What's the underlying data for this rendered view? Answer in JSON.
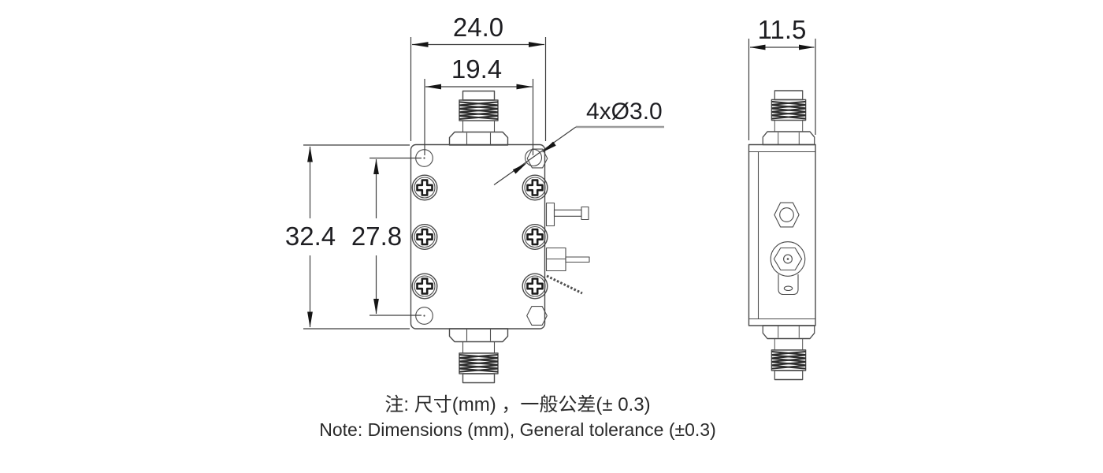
{
  "drawing": {
    "type": "mechanical-dimension-drawing",
    "units": "mm",
    "general_tolerance": "±0.3",
    "front_view": {
      "dim_overall_width": "24.0",
      "dim_hole_spacing_horizontal": "19.4",
      "dim_overall_height": "32.4",
      "dim_hole_spacing_vertical": "27.8",
      "hole_callout": "4xØ3.0"
    },
    "side_view": {
      "dim_depth": "11.5"
    },
    "notes": {
      "line1_zh": "注: 尺寸(mm) ，一般公差(± 0.3)",
      "line2_en": "Note: Dimensions (mm), General tolerance (±0.3)"
    },
    "colors": {
      "background": "#ffffff",
      "line": "#4b4b4b",
      "dim-line": "#3f3f3f",
      "dim-text": "#1e1e22",
      "arrow": "#151515",
      "note-text": "#2a2a2a",
      "leader-underline": "#9a9a9a"
    }
  }
}
